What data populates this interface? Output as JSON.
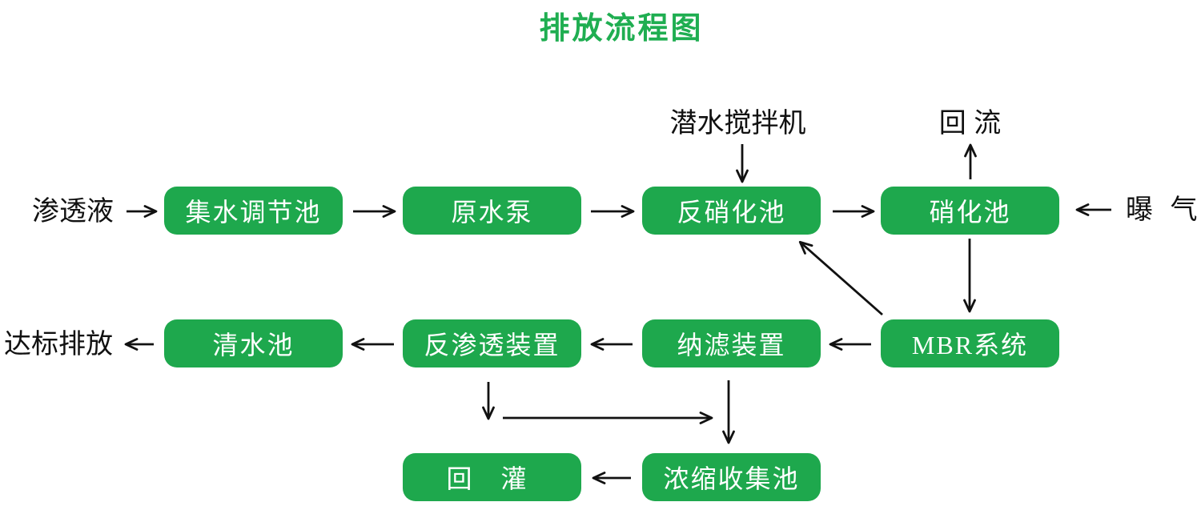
{
  "title": "排放流程图",
  "colors": {
    "title_green": "#1fae51",
    "box_green": "#1ea84d",
    "box_text": "#ffffff",
    "label_black": "#111111",
    "arrow": "#111111",
    "background": "#ffffff"
  },
  "nodes": {
    "collection_tank": {
      "label": "集水调节池"
    },
    "raw_water_pump": {
      "label": "原水泵"
    },
    "denitrification_tank": {
      "label": "反硝化池"
    },
    "nitrification_tank": {
      "label": "硝化池"
    },
    "clear_water_tank": {
      "label": "清水池"
    },
    "reverse_osmosis_unit": {
      "label": "反渗透装置"
    },
    "nanofiltration_unit": {
      "label": "纳滤装置"
    },
    "mbr_system": {
      "label": "MBR系统"
    },
    "reinjection": {
      "label": "回 灌"
    },
    "concentrate_collection_tank": {
      "label": "浓缩收集池"
    }
  },
  "labels": {
    "leachate": "渗透液",
    "submersible_mixer": "潜水搅拌机",
    "reflux": "回 流",
    "aeration": "曝 气",
    "compliant_discharge": "达标排放"
  },
  "edges": [
    {
      "from": "leachate",
      "to": "collection_tank"
    },
    {
      "from": "collection_tank",
      "to": "raw_water_pump"
    },
    {
      "from": "raw_water_pump",
      "to": "denitrification_tank"
    },
    {
      "from": "denitrification_tank",
      "to": "nitrification_tank"
    },
    {
      "from": "aeration",
      "to": "nitrification_tank"
    },
    {
      "from": "submersible_mixer",
      "to": "denitrification_tank"
    },
    {
      "from": "nitrification_tank",
      "to": "reflux"
    },
    {
      "from": "nitrification_tank",
      "to": "mbr_system"
    },
    {
      "from": "mbr_system",
      "to": "denitrification_tank"
    },
    {
      "from": "mbr_system",
      "to": "nanofiltration_unit"
    },
    {
      "from": "nanofiltration_unit",
      "to": "reverse_osmosis_unit"
    },
    {
      "from": "reverse_osmosis_unit",
      "to": "clear_water_tank"
    },
    {
      "from": "clear_water_tank",
      "to": "compliant_discharge"
    },
    {
      "from": "reverse_osmosis_unit",
      "to": "concentrate_collection_tank"
    },
    {
      "from": "nanofiltration_unit",
      "to": "concentrate_collection_tank"
    },
    {
      "from": "concentrate_collection_tank",
      "to": "reinjection"
    }
  ]
}
